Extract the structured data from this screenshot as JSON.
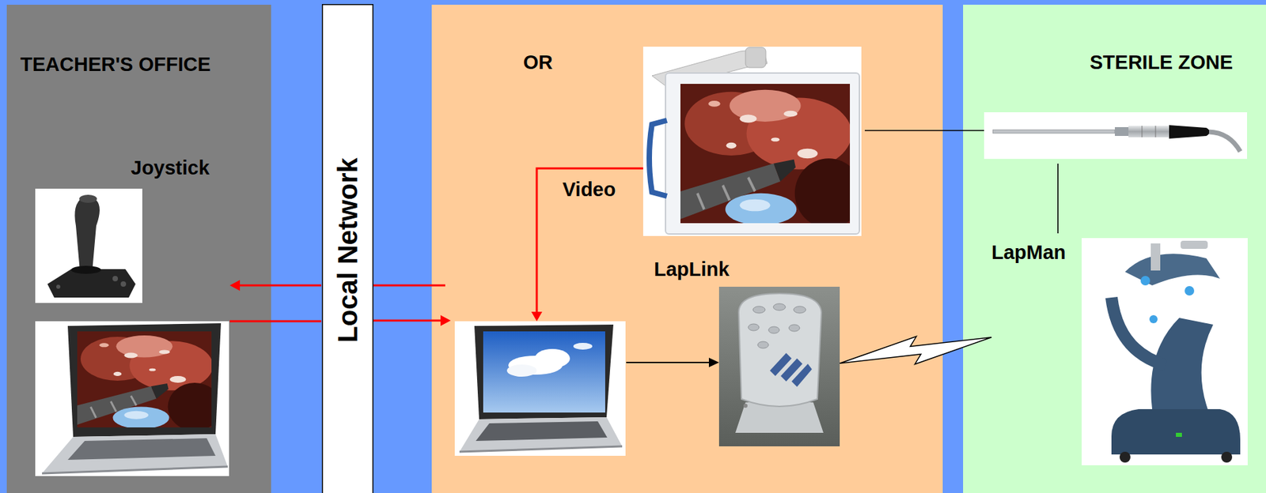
{
  "diagram": {
    "nodes": [
      {
        "text": [
          "TEACHER'S OFFICE"
        ]
      },
      {
        "text": [
          "Joystick"
        ],
        "in": 0
      },
      {
        "text": [
          "Local Network"
        ]
      },
      {
        "text": [
          "OR"
        ]
      },
      {
        "text": [
          "LapLink"
        ],
        "in": 3
      },
      {
        "text": [
          "STERILE ZONE"
        ]
      },
      {
        "text": [
          "LapMan"
        ],
        "in": 5
      }
    ],
    "edges": [
      {
        "from": 4,
        "to": 6,
        "arrow": "none"
      }
    ],
    "labels": [
      "Video"
    ]
  }
}
